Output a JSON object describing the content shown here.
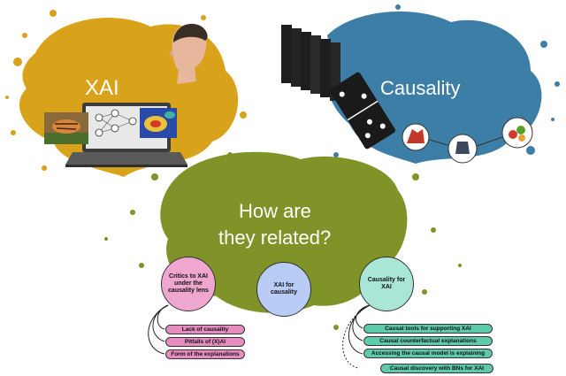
{
  "blobs": {
    "xai": {
      "label": "XAI",
      "color": "#d9a21b"
    },
    "causality": {
      "label": "Causality",
      "color": "#3d7ea6"
    },
    "center": {
      "label_line1": "How are",
      "label_line2": "they related?",
      "color": "#7f9328"
    }
  },
  "circles": [
    {
      "label": "Critics to XAI under the causality lens",
      "color": "#f0a7cf"
    },
    {
      "label": "XAI for causality",
      "color": "#b8ccf5"
    },
    {
      "label": "Causality for XAI",
      "color": "#a9e6d6"
    }
  ],
  "critics_items": [
    "Lack of causality",
    "Pitfalls of (X)AI",
    "Form of the explanations"
  ],
  "causality_items": [
    "Causal tools for supporting XAI",
    "Causal counterfactual explanations",
    "Accessing the causal model is explaining"
  ],
  "causality_extra_item": "Causal discovery with BNs for XAI",
  "colors": {
    "pink_pill": "#e68cc0",
    "teal_pill": "#5fc9ab"
  }
}
